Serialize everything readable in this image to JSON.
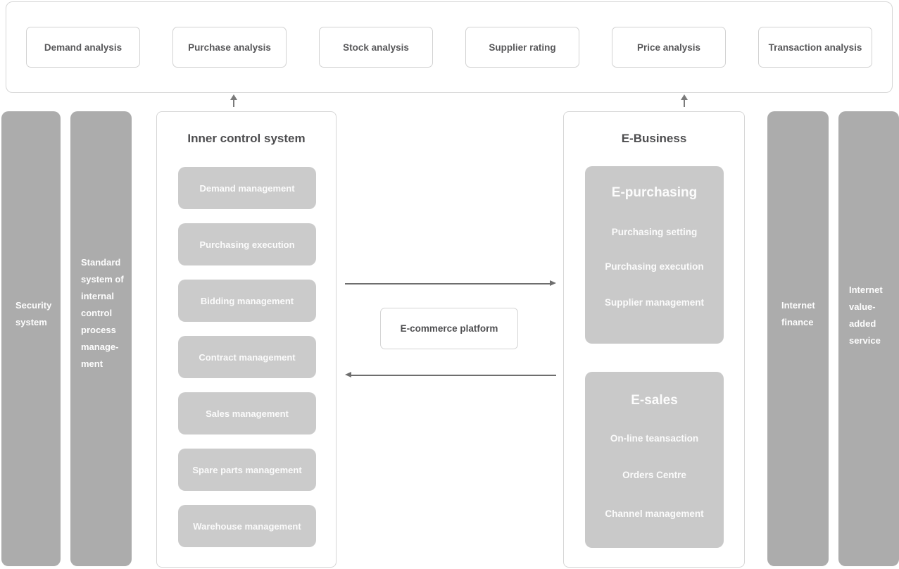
{
  "analysis_row": {
    "items": [
      "Demand analysis",
      "Purchase analysis",
      "Stock analysis",
      "Supplier rating",
      "Price analysis",
      "Transaction analysis"
    ]
  },
  "side_bars": {
    "security": "Security\nsystem",
    "standard": "Standard\nsystem of\ninternal\ncontrol\nprocess\nmanage-\nment",
    "internet_finance": "Internet\nfinance",
    "internet_value": "Internet\nvalue-\nadded\nservice"
  },
  "inner_control": {
    "title": "Inner control system",
    "items": [
      "Demand management",
      "Purchasing execution",
      "Bidding management",
      "Contract management",
      "Sales management",
      "Spare parts management",
      "Warehouse management"
    ]
  },
  "center": {
    "platform_label": "E-commerce platform"
  },
  "e_business": {
    "title": "E-Business",
    "e_purchasing": {
      "title": "E-purchasing",
      "items": [
        "Purchasing setting",
        "Purchasing execution",
        "Supplier management"
      ]
    },
    "e_sales": {
      "title": "E-sales",
      "items": [
        "On-line teansaction",
        "Orders Centre",
        "Channel management"
      ]
    }
  },
  "colors": {
    "bar_gray": "#acacac",
    "block_gray": "#c9c9c9",
    "item_gray": "#cbcbcb",
    "border_gray": "#d6d6d6",
    "arrow_gray": "#6e6e6e",
    "title_text": "#4d4d4f",
    "label_text": "#58585a",
    "white_text": "#fdfdfd"
  }
}
